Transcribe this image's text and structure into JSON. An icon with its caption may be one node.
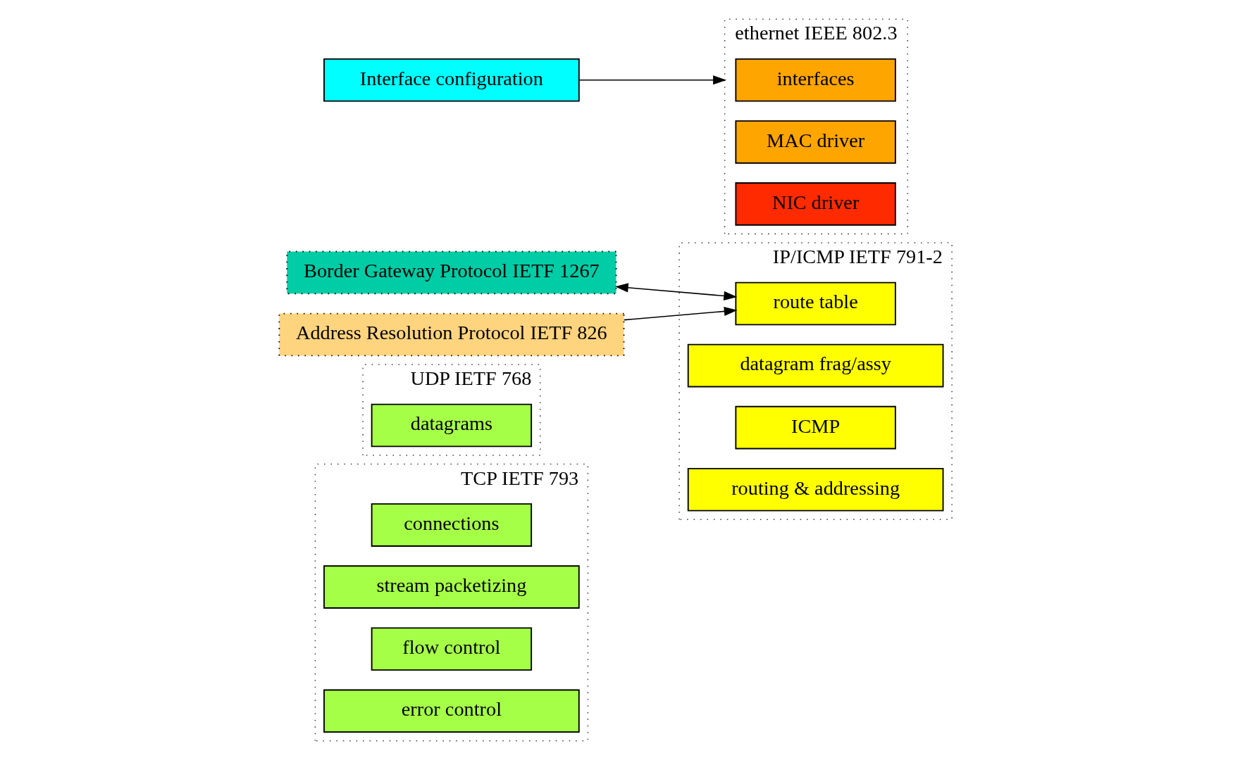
{
  "diagram": {
    "nodes": [
      {
        "text": [
          "TCP IETF 793"
        ]
      },
      {
        "text": [
          "connections"
        ],
        "in": 0
      },
      {
        "text": [
          "stream packetizing"
        ],
        "in": 0
      },
      {
        "text": [
          "flow control"
        ],
        "in": 0
      },
      {
        "text": [
          "error control"
        ],
        "in": 0
      },
      {
        "text": [
          "UDP IETF 768"
        ]
      },
      {
        "text": [
          "datagrams"
        ],
        "in": 5
      },
      {
        "text": [
          "Border Gateway Protocol IETF 1267"
        ]
      },
      {
        "text": [
          "Address Resolution Protocol IETF 826"
        ]
      },
      {
        "text": [
          "IP/ICMP IETF 791-2"
        ]
      },
      {
        "text": [
          "route table"
        ],
        "in": 9
      },
      {
        "text": [
          "datagram frag/assy"
        ],
        "in": 9
      },
      {
        "text": [
          "ICMP"
        ],
        "in": 9
      },
      {
        "text": [
          "routing & addressing"
        ],
        "in": 9
      },
      {
        "text": [
          "Interface configuration"
        ]
      },
      {
        "text": [
          "ethernet IEEE 802.3"
        ]
      },
      {
        "text": [
          "interfaces"
        ],
        "in": 15
      },
      {
        "text": [
          "MAC driver"
        ],
        "in": 15
      },
      {
        "text": [
          "NIC driver"
        ],
        "in": 15
      }
    ],
    "edges": [
      {
        "from": 7,
        "to": 10,
        "arrow": "both"
      },
      {
        "from": 8,
        "to": 10,
        "arrow": "to"
      },
      {
        "from": 14,
        "to": 15,
        "arrow": "to"
      }
    ]
  }
}
